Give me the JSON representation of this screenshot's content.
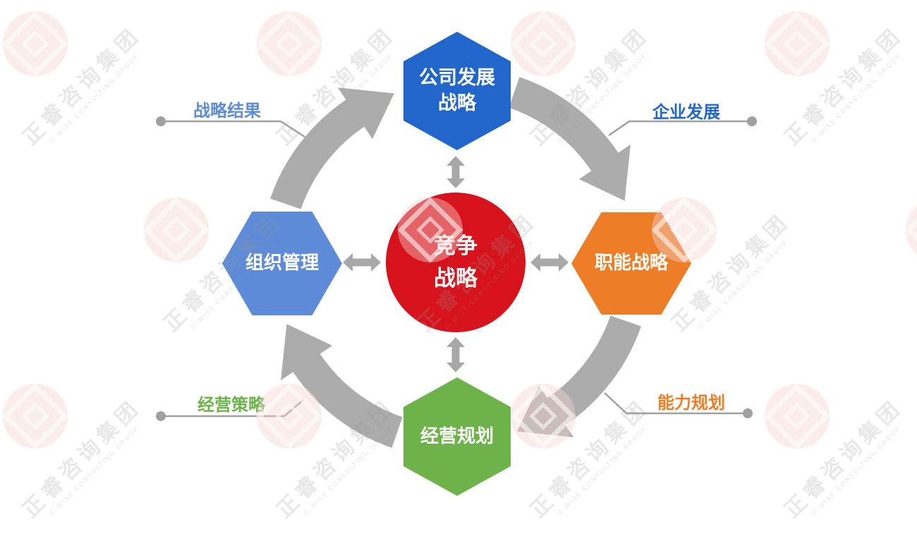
{
  "watermark": {
    "cn": "正睿咨询集团",
    "en": "G-WISE CONSULTING GROUP"
  },
  "center": {
    "line1": "竞争",
    "line2": "战略",
    "color": "#D6121C"
  },
  "hexagons": {
    "top": {
      "line1": "公司发展",
      "line2": "战略",
      "color": "#2266CB"
    },
    "right": {
      "label": "职能战略",
      "color": "#ED7D27"
    },
    "bottom": {
      "label": "经营规划",
      "color": "#6DB24A"
    },
    "left": {
      "label": "组织管理",
      "color": "#5D8BD7"
    }
  },
  "annotations": {
    "top_left": {
      "text": "战略结果",
      "color": "#5D8BD7"
    },
    "top_right": {
      "text": "企业发展",
      "color": "#2266CB"
    },
    "bottom_right": {
      "text": "能力规划",
      "color": "#ED7D27"
    },
    "bottom_left": {
      "text": "经营策略",
      "color": "#6DB24A"
    }
  },
  "arrows": {
    "cycle_color": "#ACACAC",
    "connector_color": "#A0A0A0",
    "direction": "clockwise"
  }
}
